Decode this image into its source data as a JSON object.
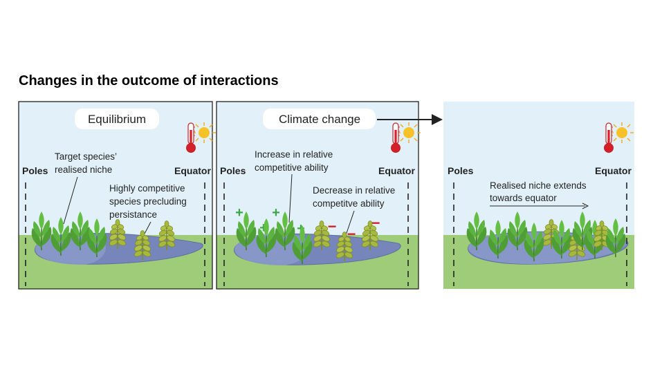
{
  "title": "Changes in the outcome of interactions",
  "panel1": {
    "badge": "Equilibrium",
    "poles": "Poles",
    "equator": "Equator",
    "niche_label_1": "Target species’",
    "niche_label_2": "realised niche",
    "competitor_label_1": "Highly competitive",
    "competitor_label_2": "species precluding",
    "competitor_label_3": "persistance"
  },
  "panel2": {
    "badge": "Climate change",
    "poles": "Poles",
    "equator": "Equator",
    "increase_label_1": "Increase in relative",
    "increase_label_2": "competitive ability",
    "decrease_label_1": "Decrease in relative",
    "decrease_label_2": "competitve ability",
    "plus_sign": "+",
    "minus_sign": "−"
  },
  "panel3": {
    "poles": "Poles",
    "equator": "Equator",
    "extends_label_1": "Realised niche extends",
    "extends_label_2": "towards equator"
  },
  "colors": {
    "sky": "#e2f1f9",
    "ground": "#9fcc78",
    "niche": "#7685ba",
    "target_plant": "#4e9e35",
    "competitor_plant": "#a7b83f",
    "plus": "#3aa845",
    "minus": "#d4202a"
  }
}
